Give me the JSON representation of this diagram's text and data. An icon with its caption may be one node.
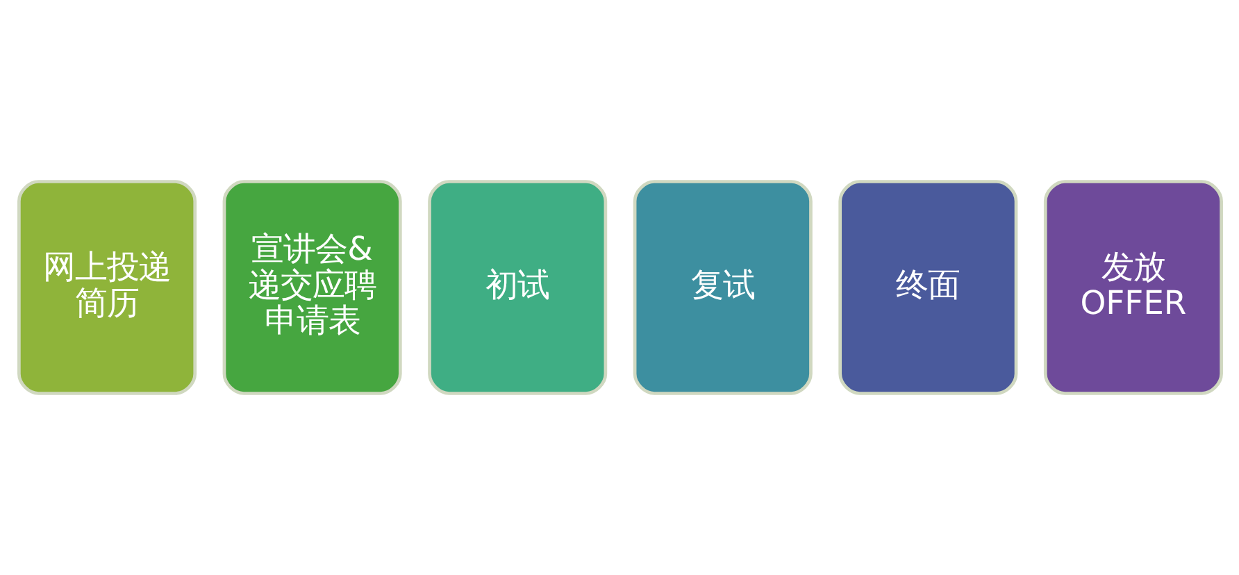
{
  "diagram": {
    "nodes": [
      {
        "text": [
          "网上投递简历"
        ]
      },
      {
        "text": [
          "宣讲会&递交应聘申请表"
        ]
      },
      {
        "text": [
          "初试"
        ]
      },
      {
        "text": [
          "复试"
        ]
      },
      {
        "text": [
          "终面"
        ]
      },
      {
        "text": [
          "发放OFFER"
        ]
      }
    ]
  }
}
